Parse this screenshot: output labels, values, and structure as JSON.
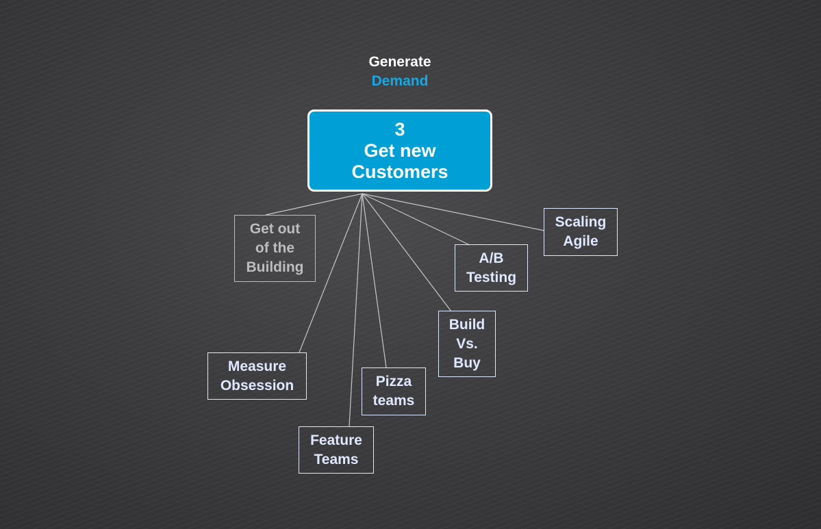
{
  "heading": {
    "line1": "Generate",
    "line2": "Demand"
  },
  "main_node": {
    "number": "3",
    "line1": "Get new",
    "line2": "Customers"
  },
  "nodes": {
    "get_out": "Get out\nof the\nBuilding",
    "scaling_agile": "Scaling\nAgile",
    "ab_testing": "A/B\nTesting",
    "build_vs_buy": "Build\nVs.\nBuy",
    "measure_obsession": "Measure\nObsession",
    "pizza_teams": "Pizza\nteams",
    "feature_teams": "Feature\nTeams"
  },
  "colors": {
    "accent": "#00a0d6",
    "demand": "#13a9e6",
    "node_text": "#dfe8ff",
    "dim_text": "#bdbdbd"
  }
}
